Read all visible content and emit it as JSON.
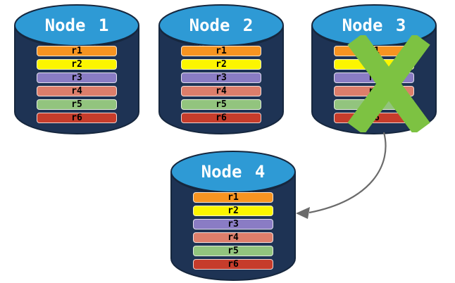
{
  "diagram": {
    "nodes": [
      {
        "label": "Node 1",
        "status": "active"
      },
      {
        "label": "Node 2",
        "status": "active"
      },
      {
        "label": "Node 3",
        "status": "failed"
      },
      {
        "label": "Node 4",
        "status": "active"
      }
    ],
    "replicas": [
      {
        "label": "r1",
        "color": "#F79421"
      },
      {
        "label": "r2",
        "color": "#FCF500"
      },
      {
        "label": "r3",
        "color": "#8A7CC4"
      },
      {
        "label": "r4",
        "color": "#DD7E6B"
      },
      {
        "label": "r5",
        "color": "#92C47E"
      },
      {
        "label": "r6",
        "color": "#C63C2B"
      }
    ],
    "failure_mark": {
      "symbol": "X",
      "color": "#7DC242"
    },
    "arrow": {
      "from": "Node 3",
      "to": "Node 4",
      "color": "#6B6B6B"
    },
    "colors": {
      "cylinder_body": "#1E3354",
      "cylinder_top": "#2E9AD5",
      "cylinder_outline": "#16273E",
      "background": "#FFFFFF"
    }
  }
}
